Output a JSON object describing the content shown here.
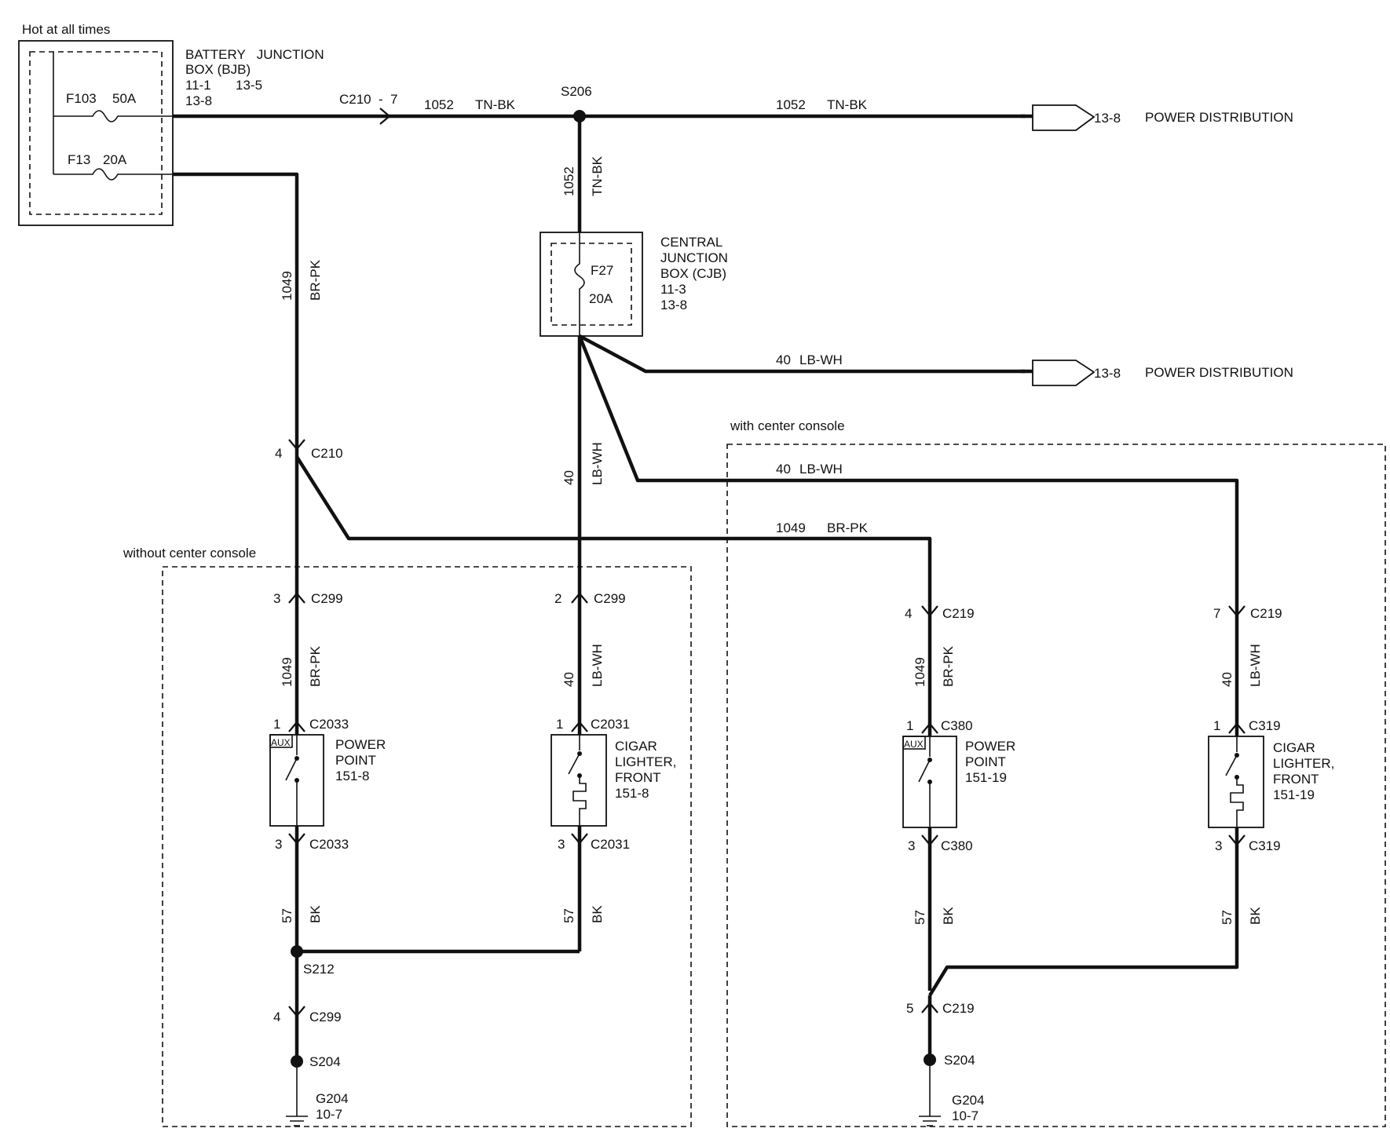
{
  "header": {
    "hot_label": "Hot at all times"
  },
  "bjb": {
    "title_line1": "BATTERY   JUNCTION",
    "title_line2": "BOX (BJB)",
    "ref_a": "11-1",
    "ref_b": "13-5",
    "ref_c": "13-8",
    "fuse1_name": "F103",
    "fuse1_rating": "50A",
    "fuse2_name": "F13",
    "fuse2_rating": "20A"
  },
  "cjb": {
    "title_line1": "CENTRAL",
    "title_line2": "JUNCTION",
    "title_line3": "BOX (CJB)",
    "ref_a": "11-3",
    "ref_b": "13-8",
    "fuse_name": "F27",
    "fuse_rating": "20A"
  },
  "main_feed": {
    "connector": "C210",
    "connector_pin": "7",
    "circuit": "1052",
    "color": "TN-BK",
    "splice": "S206",
    "out_circuit": "1052",
    "out_color": "TN-BK",
    "down_circuit": "1052",
    "down_color": "TN-BK"
  },
  "power_dist_1": {
    "ref": "13-8",
    "label": "POWER DISTRIBUTION"
  },
  "power_dist_2": {
    "ref": "13-8",
    "label": "POWER DISTRIBUTION",
    "circuit": "40",
    "color": "LB-WH"
  },
  "bjb_feed": {
    "circuit": "1049",
    "color": "BR-PK",
    "pin": "4",
    "connector": "C210"
  },
  "zones": {
    "without_label": "without center console",
    "with_label": "with center console"
  },
  "console_feed_40": {
    "circuit": "40",
    "color": "LB-WH"
  },
  "console_feed_1049": {
    "circuit": "1049",
    "color": "BR-PK"
  },
  "pp_without": {
    "c299_pin": "3",
    "c299": "C299",
    "circuit": "1049",
    "color": "BR-PK",
    "top_pin": "1",
    "top_conn": "C2033",
    "aux": "AUX",
    "name_line1": "POWER",
    "name_line2": "POINT",
    "ref": "151-8",
    "bot_pin": "3",
    "bot_conn": "C2033",
    "gnd_circuit": "57",
    "gnd_color": "BK"
  },
  "cl_without": {
    "c299_pin": "2",
    "c299": "C299",
    "circuit": "40",
    "color": "LB-WH",
    "mid_circuit": "40",
    "mid_color": "LB-WH",
    "top_pin": "1",
    "top_conn": "C2031",
    "name_line1": "CIGAR",
    "name_line2": "LIGHTER,",
    "name_line3": "FRONT",
    "ref": "151-8",
    "bot_pin": "3",
    "bot_conn": "C2031",
    "gnd_circuit": "57",
    "gnd_color": "BK"
  },
  "ground_without": {
    "splice": "S212",
    "c299_pin": "4",
    "c299": "C299",
    "splice2": "S204",
    "ground": "G204",
    "ref": "10-7"
  },
  "pp_with": {
    "c219_pin": "4",
    "c219": "C219",
    "circuit": "1049",
    "color": "BR-PK",
    "top_pin": "1",
    "top_conn": "C380",
    "aux": "AUX",
    "name_line1": "POWER",
    "name_line2": "POINT",
    "ref": "151-19",
    "bot_pin": "3",
    "bot_conn": "C380",
    "gnd_circuit": "57",
    "gnd_color": "BK"
  },
  "cl_with": {
    "c219_pin": "7",
    "c219": "C219",
    "circuit": "40",
    "color": "LB-WH",
    "top_pin": "1",
    "top_conn": "C319",
    "name_line1": "CIGAR",
    "name_line2": "LIGHTER,",
    "name_line3": "FRONT",
    "ref": "151-19",
    "bot_pin": "3",
    "bot_conn": "C319",
    "gnd_circuit": "57",
    "gnd_color": "BK"
  },
  "ground_with": {
    "c219_pin": "5",
    "c219": "C219",
    "splice": "S204",
    "ground": "G204",
    "ref": "10-7"
  }
}
